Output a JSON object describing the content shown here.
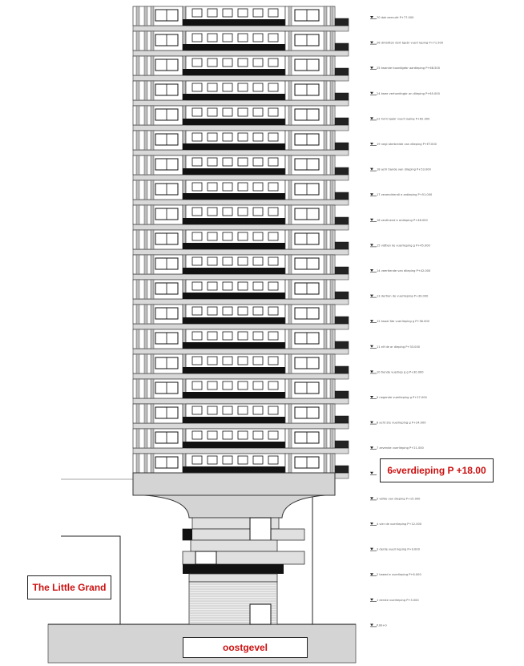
{
  "callouts": {
    "level_prefix": "6",
    "level_sup": "e",
    "level_rest": " verdieping P +18.00",
    "project_name": "The Little Grand",
    "view_name": "oostgevel"
  },
  "level_labels": [
    "70 dak eernuht P+77.000",
    "26 dmbitton dort tgebr vuert laping P+71.500",
    "25 twande hoordlgebr aardieping P+68.500",
    "24 twee verhordingbr an dlieping P+65.000",
    "22 tvint tgebr vuert laping P+62.000",
    "19 negl aterbreide van dlieping P+ET.000",
    "18 achl tlande van dlieping P+53.000",
    "17 zevendriendi e ardieping P+51.000",
    "16 zevtlnend e ardieping P+48.000",
    "15 vijftien ke vuerlieping g P+45.000",
    "14 veertiende van dlieping P+42.000",
    "13 dertien de vuerlieping P+39.000",
    "12 twaal fde vuerlieping g P+36.000",
    "11 elf de ar dieping P+33.000",
    "10 tiende vuerliep g g P+30.000",
    "9 negende vuerlieping g P+27.000",
    "8 acht ste vuerlieping g P+24.000",
    "7 zevende vuerlieping P+21.000",
    "",
    "5 vijfde van dieping P+15.000",
    "4 vier de vuerlieping P+12.000",
    "3 derde vuerl lieping P+9.000",
    "2 tweed e vuerlieping P+6.000",
    "1 eerste vuerlieping P+3.000",
    "P.00+0"
  ]
}
